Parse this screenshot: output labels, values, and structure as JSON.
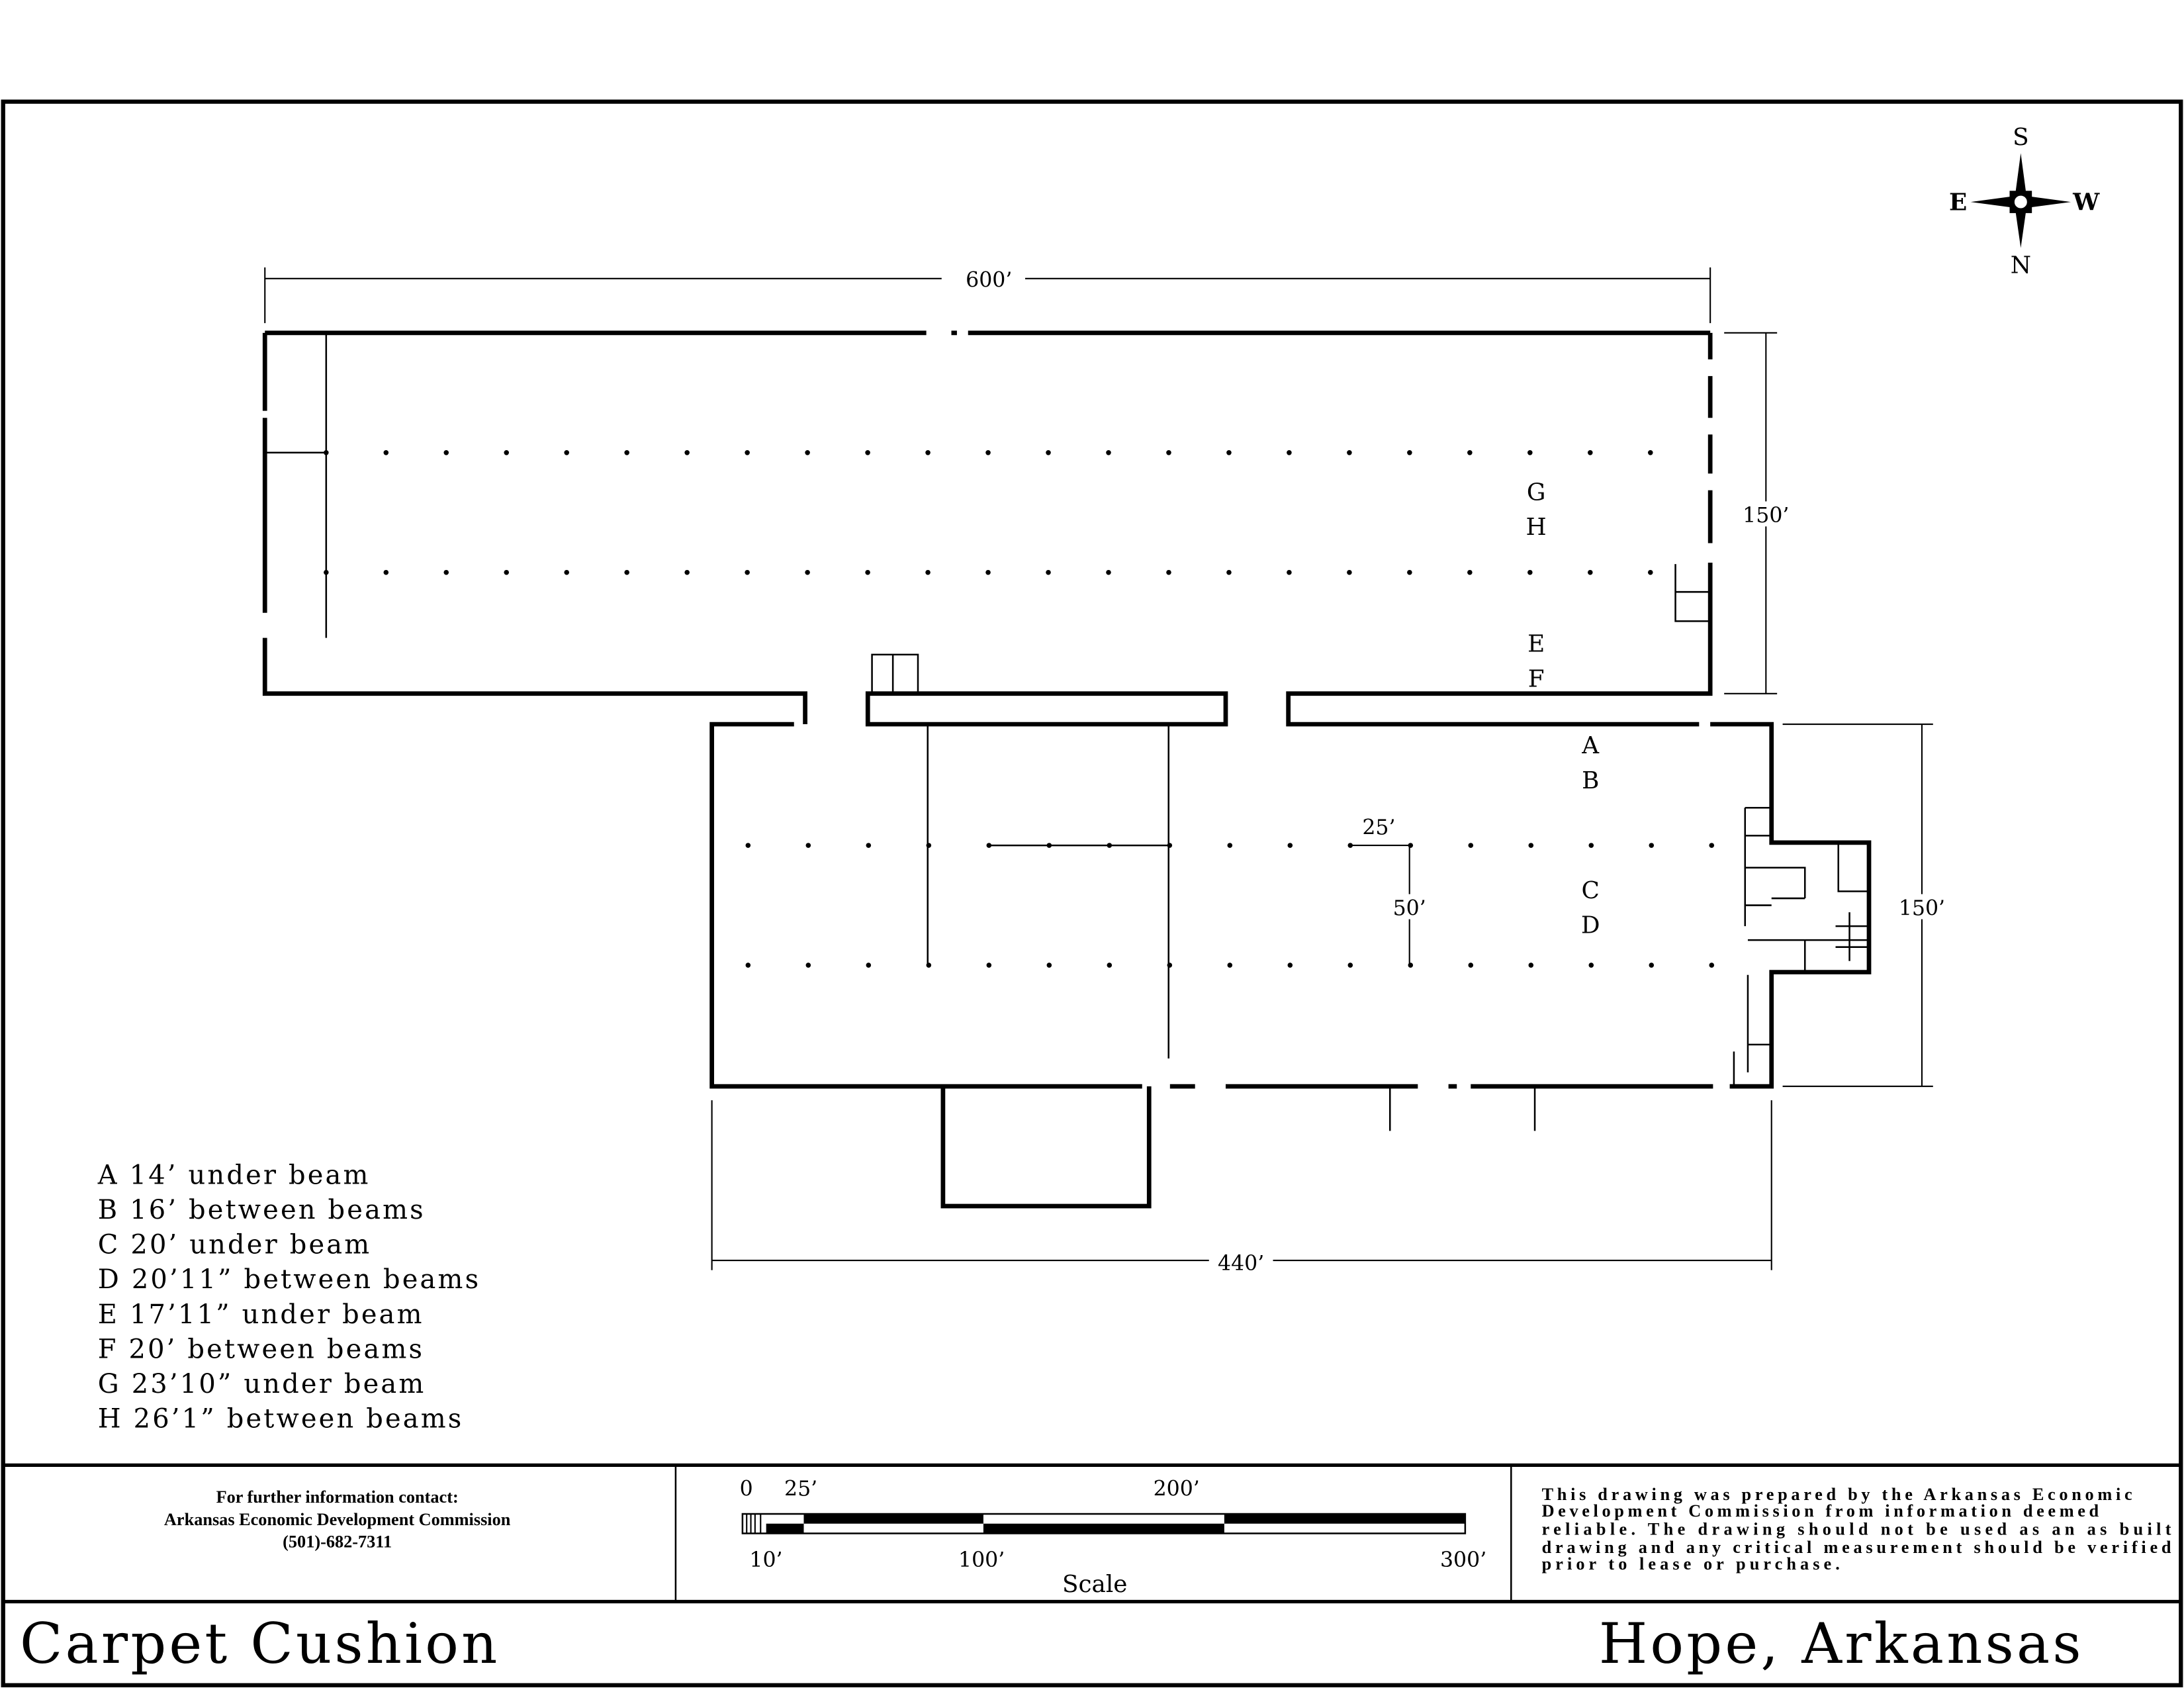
{
  "title": "Carpet Cushion",
  "location": "Hope, Arkansas",
  "compass": {
    "top": "S",
    "bottom": "N",
    "left": "E",
    "right": "W"
  },
  "dimensions": {
    "overall_width": "600’",
    "upper_depth": "150’",
    "lower_depth": "150’",
    "lower_width": "440’",
    "bay_width": "25’",
    "bay_depth": "50’"
  },
  "zone_labels": {
    "g": "G",
    "h": "H",
    "e": "E",
    "f": "F",
    "a": "A",
    "b": "B",
    "c": "C",
    "d": "D"
  },
  "legend": [
    "A 14’ under beam",
    "B 16’ between beams",
    "C 20’ under beam",
    "D 20’11” between beams",
    "E 17’11” under beam",
    "F 20’ between beams",
    "G 23’10” under beam",
    "H 26’1” between beams"
  ],
  "contact": {
    "heading": "For further information contact:",
    "org": "Arkansas Economic Development Commission",
    "phone": "(501)-682-7311"
  },
  "scale": {
    "label": "Scale",
    "top_ticks": [
      "0",
      "25’",
      "200’"
    ],
    "bottom_ticks": [
      "10’",
      "100’",
      "300’"
    ]
  },
  "disclaimer": [
    "This drawing was prepared by the Arkansas Economic",
    "Development Commission from information deemed",
    "reliable.  The drawing should not be used as an as built",
    "drawing and any critical measurement should be verified",
    "prior to lease or purchase."
  ]
}
